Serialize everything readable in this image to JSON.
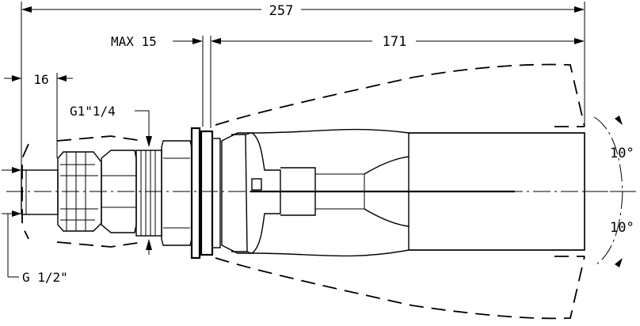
{
  "dimensions": {
    "overall_length": "257",
    "spout_length": "171",
    "max_wall": "MAX 15",
    "inlet_offset": "16",
    "upper_thread": "G1\"1/4",
    "inlet_thread": "G 1/2\"",
    "swivel_up": "10°",
    "swivel_down": "10°"
  }
}
